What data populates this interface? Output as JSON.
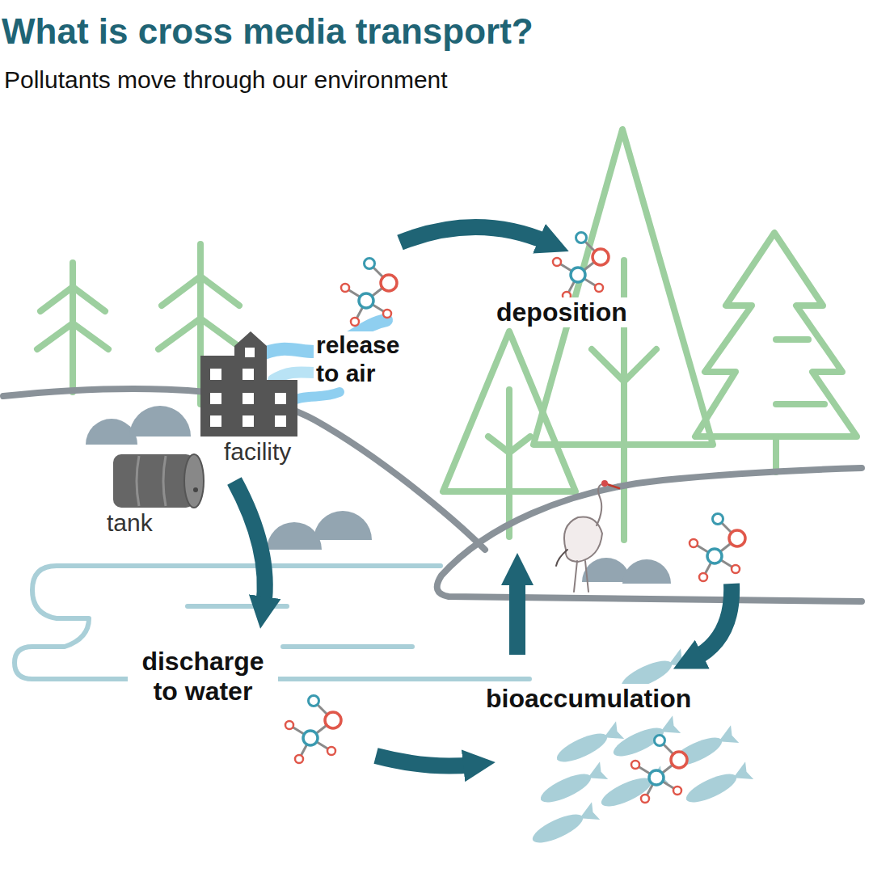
{
  "diagram": {
    "title": "What is cross media transport?",
    "labels": [
      "Pollutants move through our environment",
      "release to air",
      "deposition",
      "facility",
      "tank",
      "discharge to water",
      "bioaccumulation"
    ]
  }
}
